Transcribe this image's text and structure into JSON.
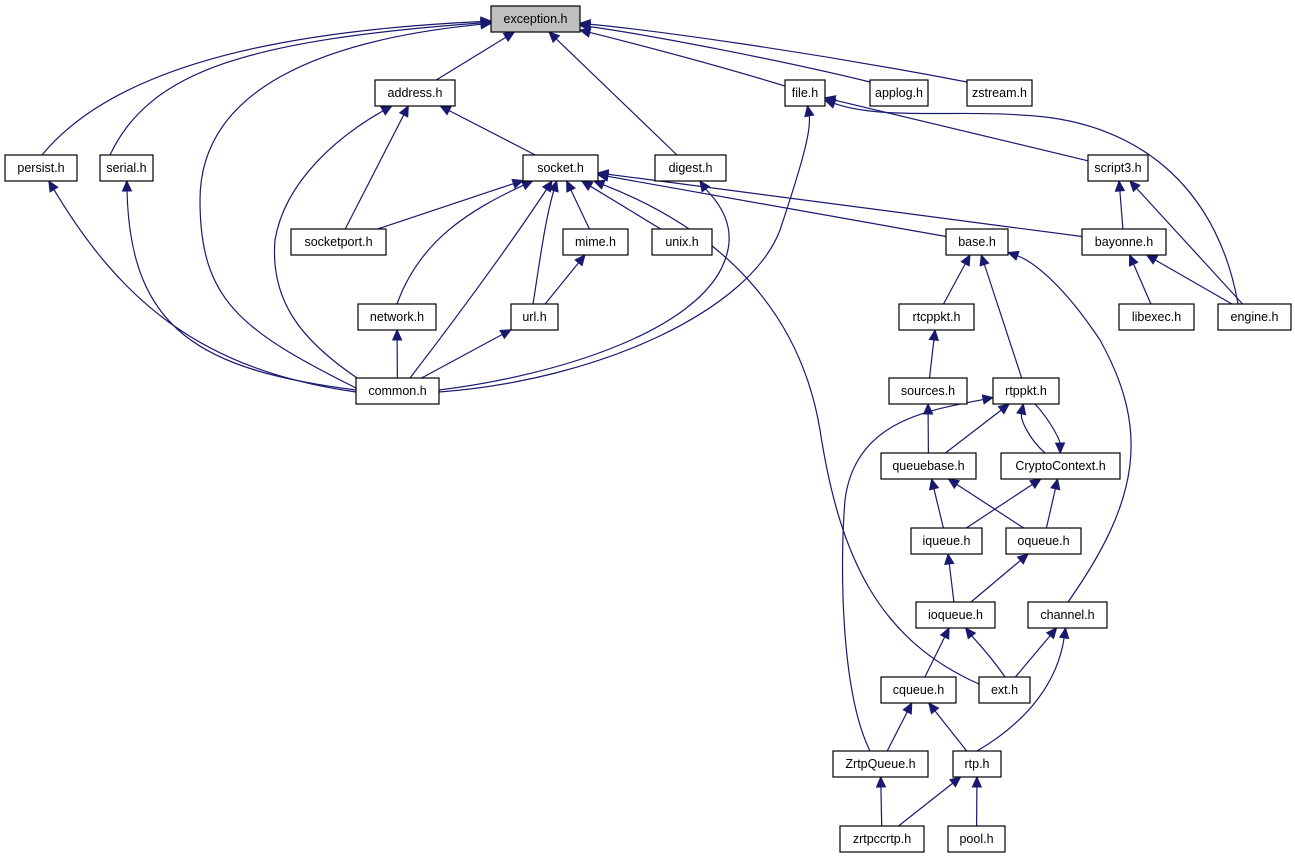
{
  "diagram": {
    "type": "include-dependency-graph",
    "root": "exception.h",
    "colors": {
      "edge": "#191970",
      "root_fill": "#bfbfbf",
      "node_fill": "#ffffff",
      "border": "#000000"
    },
    "nodes": [
      {
        "id": "exception",
        "label": "exception.h",
        "root": true
      },
      {
        "id": "address",
        "label": "address.h"
      },
      {
        "id": "file",
        "label": "file.h"
      },
      {
        "id": "applog",
        "label": "applog.h"
      },
      {
        "id": "zstream",
        "label": "zstream.h"
      },
      {
        "id": "persist",
        "label": "persist.h"
      },
      {
        "id": "serial",
        "label": "serial.h"
      },
      {
        "id": "socket",
        "label": "socket.h"
      },
      {
        "id": "digest",
        "label": "digest.h"
      },
      {
        "id": "script3",
        "label": "script3.h"
      },
      {
        "id": "socketport",
        "label": "socketport.h"
      },
      {
        "id": "mime",
        "label": "mime.h"
      },
      {
        "id": "unix",
        "label": "unix.h"
      },
      {
        "id": "base",
        "label": "base.h"
      },
      {
        "id": "bayonne",
        "label": "bayonne.h"
      },
      {
        "id": "network",
        "label": "network.h"
      },
      {
        "id": "url",
        "label": "url.h"
      },
      {
        "id": "rtcppkt",
        "label": "rtcppkt.h"
      },
      {
        "id": "libexec",
        "label": "libexec.h"
      },
      {
        "id": "engine",
        "label": "engine.h"
      },
      {
        "id": "common",
        "label": "common.h"
      },
      {
        "id": "sources",
        "label": "sources.h"
      },
      {
        "id": "rtppkt",
        "label": "rtppkt.h"
      },
      {
        "id": "queuebase",
        "label": "queuebase.h"
      },
      {
        "id": "cryptocontext",
        "label": "CryptoContext.h"
      },
      {
        "id": "iqueue",
        "label": "iqueue.h"
      },
      {
        "id": "oqueue",
        "label": "oqueue.h"
      },
      {
        "id": "ioqueue",
        "label": "ioqueue.h"
      },
      {
        "id": "channel",
        "label": "channel.h"
      },
      {
        "id": "cqueue",
        "label": "cqueue.h"
      },
      {
        "id": "ext",
        "label": "ext.h"
      },
      {
        "id": "zrtpqueue",
        "label": "ZrtpQueue.h"
      },
      {
        "id": "rtp",
        "label": "rtp.h"
      },
      {
        "id": "zrtpccrtp",
        "label": "zrtpccrtp.h"
      },
      {
        "id": "pool",
        "label": "pool.h"
      }
    ],
    "edges": [
      {
        "from": "address",
        "to": "exception"
      },
      {
        "from": "file",
        "to": "exception"
      },
      {
        "from": "applog",
        "to": "exception"
      },
      {
        "from": "zstream",
        "to": "exception"
      },
      {
        "from": "persist",
        "to": "exception"
      },
      {
        "from": "serial",
        "to": "exception"
      },
      {
        "from": "digest",
        "to": "exception"
      },
      {
        "from": "common",
        "to": "exception"
      },
      {
        "from": "socket",
        "to": "address"
      },
      {
        "from": "socketport",
        "to": "address"
      },
      {
        "from": "common",
        "to": "address"
      },
      {
        "from": "script3",
        "to": "file"
      },
      {
        "from": "engine",
        "to": "file"
      },
      {
        "from": "common",
        "to": "file"
      },
      {
        "from": "common",
        "to": "persist"
      },
      {
        "from": "common",
        "to": "serial"
      },
      {
        "from": "socketport",
        "to": "socket"
      },
      {
        "from": "network",
        "to": "socket"
      },
      {
        "from": "common",
        "to": "socket"
      },
      {
        "from": "url",
        "to": "socket"
      },
      {
        "from": "mime",
        "to": "socket"
      },
      {
        "from": "unix",
        "to": "socket"
      },
      {
        "from": "ext",
        "to": "socket"
      },
      {
        "from": "base",
        "to": "socket"
      },
      {
        "from": "bayonne",
        "to": "socket"
      },
      {
        "from": "common",
        "to": "digest"
      },
      {
        "from": "bayonne",
        "to": "script3"
      },
      {
        "from": "engine",
        "to": "script3"
      },
      {
        "from": "url",
        "to": "mime"
      },
      {
        "from": "common",
        "to": "network"
      },
      {
        "from": "common",
        "to": "url"
      },
      {
        "from": "rtcppkt",
        "to": "base"
      },
      {
        "from": "rtppkt",
        "to": "base"
      },
      {
        "from": "channel",
        "to": "base"
      },
      {
        "from": "libexec",
        "to": "bayonne"
      },
      {
        "from": "engine",
        "to": "bayonne"
      },
      {
        "from": "sources",
        "to": "rtcppkt"
      },
      {
        "from": "queuebase",
        "to": "sources"
      },
      {
        "from": "queuebase",
        "to": "rtppkt"
      },
      {
        "from": "cryptocontext",
        "to": "rtppkt"
      },
      {
        "from": "zrtpqueue",
        "to": "rtppkt"
      },
      {
        "from": "rtppkt",
        "to": "cryptocontext"
      },
      {
        "from": "iqueue",
        "to": "queuebase"
      },
      {
        "from": "oqueue",
        "to": "queuebase"
      },
      {
        "from": "iqueue",
        "to": "cryptocontext"
      },
      {
        "from": "oqueue",
        "to": "cryptocontext"
      },
      {
        "from": "ioqueue",
        "to": "iqueue"
      },
      {
        "from": "ioqueue",
        "to": "oqueue"
      },
      {
        "from": "cqueue",
        "to": "ioqueue"
      },
      {
        "from": "ext",
        "to": "ioqueue"
      },
      {
        "from": "ext",
        "to": "channel"
      },
      {
        "from": "rtp",
        "to": "channel"
      },
      {
        "from": "zrtpqueue",
        "to": "cqueue"
      },
      {
        "from": "rtp",
        "to": "cqueue"
      },
      {
        "from": "zrtpccrtp",
        "to": "zrtpqueue"
      },
      {
        "from": "zrtpccrtp",
        "to": "rtp"
      },
      {
        "from": "pool",
        "to": "rtp"
      }
    ]
  }
}
